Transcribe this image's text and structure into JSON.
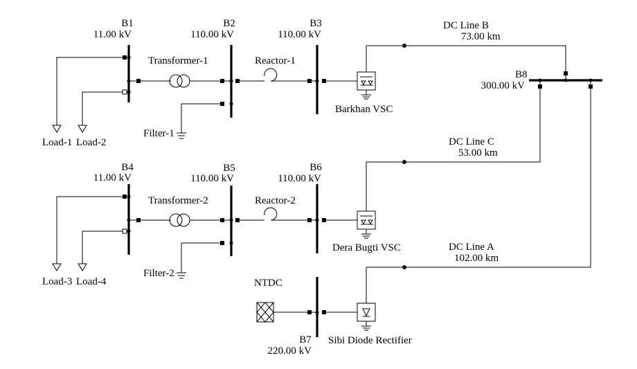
{
  "diagram": {
    "buses": {
      "b1": {
        "name": "B1",
        "voltage": "11.00 kV"
      },
      "b2": {
        "name": "B2",
        "voltage": "110.00 kV"
      },
      "b3": {
        "name": "B3",
        "voltage": "110.00 kV"
      },
      "b4": {
        "name": "B4",
        "voltage": "11.00 kV"
      },
      "b5": {
        "name": "B5",
        "voltage": "110.00 kV"
      },
      "b6": {
        "name": "B6",
        "voltage": "110.00 kV"
      },
      "b7": {
        "name": "B7",
        "voltage": "220.00 kV"
      },
      "b8": {
        "name": "B8",
        "voltage": "300.00 kV"
      }
    },
    "components": {
      "transformer1": "Transformer-1",
      "transformer2": "Transformer-2",
      "reactor1": "Reactor-1",
      "reactor2": "Reactor-2",
      "filter1": "Filter-1",
      "filter2": "Filter-2",
      "load1": "Load-1",
      "load2": "Load-2",
      "load3": "Load-3",
      "load4": "Load-4",
      "vsc1": "Barkhan VSC",
      "vsc2": "Dera Bugti VSC",
      "rectifier": "Sibi Diode Rectifier",
      "grid": "NTDC"
    },
    "dc_lines": {
      "line_b": {
        "name": "DC Line B",
        "length": "73.00 km"
      },
      "line_c": {
        "name": "DC Line C",
        "length": "53.00 km"
      },
      "line_a": {
        "name": "DC Line A",
        "length": "102.00 km"
      }
    }
  }
}
